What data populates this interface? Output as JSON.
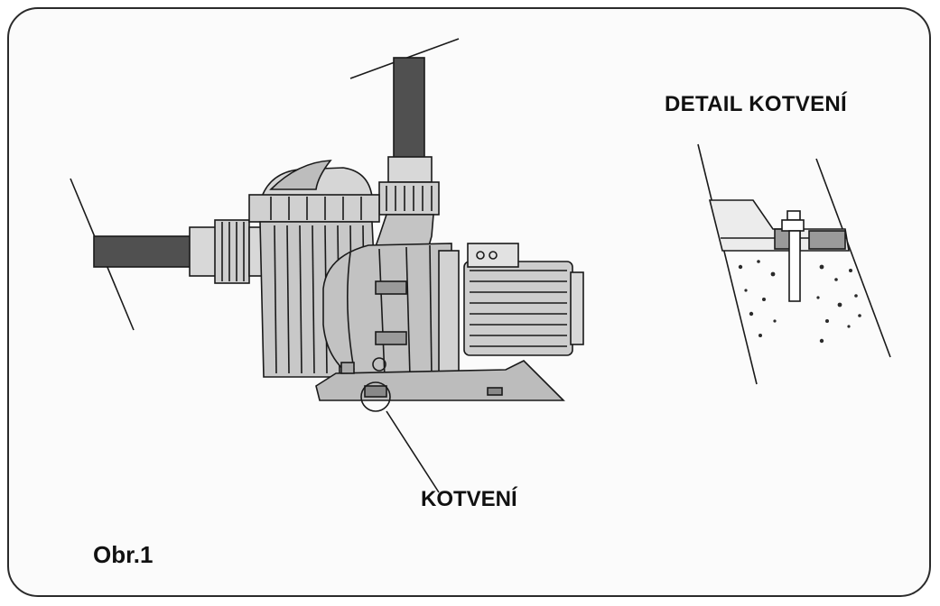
{
  "labels": {
    "detail_title": "DETAIL KOTVENÍ",
    "anchor_label": "KOTVENÍ",
    "figure_label": "Obr.1"
  },
  "colors": {
    "line": "#1a1a1a",
    "body_fill": "#c8c8c8",
    "pipe_fill": "#505050",
    "light_fill": "#e2e2e2"
  }
}
